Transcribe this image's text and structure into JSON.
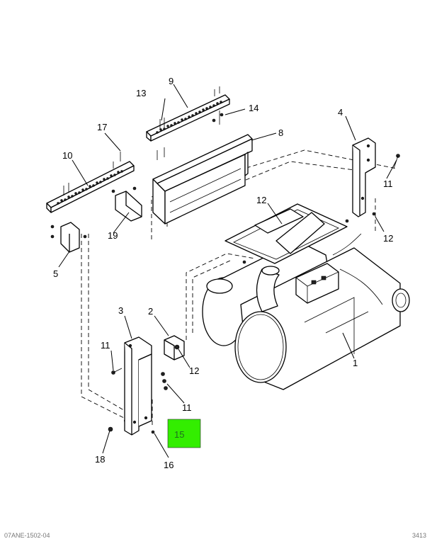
{
  "callouts": {
    "c1": "1",
    "c2": "2",
    "c3": "3",
    "c4": "4",
    "c5": "5",
    "c8": "8",
    "c9": "9",
    "c10": "10",
    "c11a": "11",
    "c11b": "11",
    "c11c": "11",
    "c12a": "12",
    "c12b": "12",
    "c12c": "12",
    "c13": "13",
    "c14": "14",
    "c16": "16",
    "c17": "17",
    "c18": "18",
    "c19": "19"
  },
  "highlight": {
    "label": "15",
    "color": "#33ee00"
  },
  "footer": {
    "left": "07ANE-1502-04",
    "right": "3413"
  }
}
